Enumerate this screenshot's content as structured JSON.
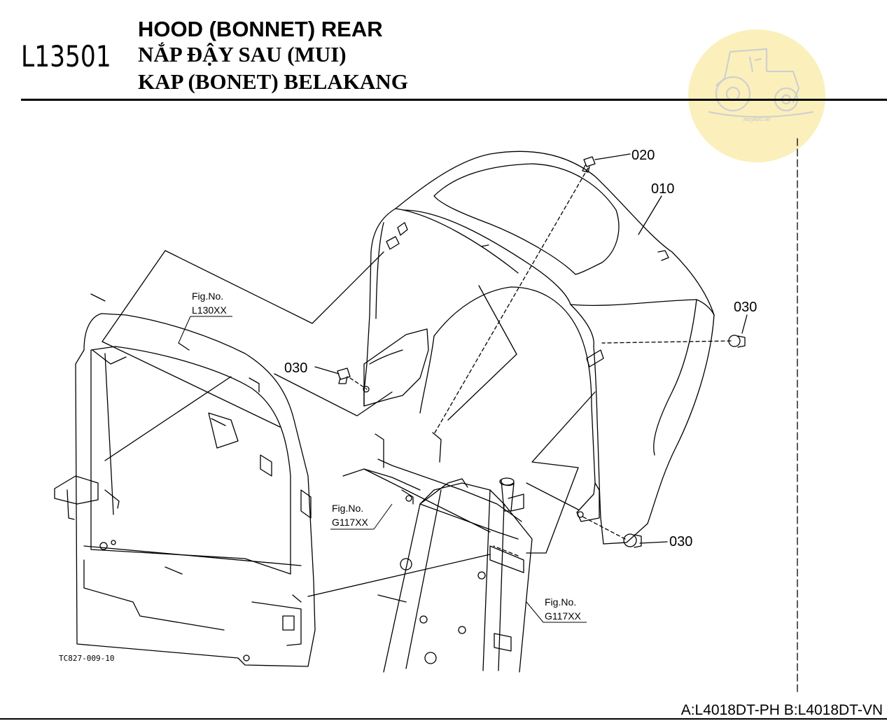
{
  "header": {
    "code": "L13501",
    "title_en": "HOOD (BONNET) REAR",
    "title_vi": "NẮP ĐẬY SAU (MUI)",
    "title_id": "KAP (BONET) BELAKANG"
  },
  "logo": {
    "icon": "tractor-icon",
    "text": "maykeo.vn"
  },
  "callouts": {
    "c010": "010",
    "c020": "020",
    "c030_right": "030",
    "c030_left": "030",
    "c030_bottom": "030"
  },
  "figure_refs": {
    "fig_label_1": "Fig.No.",
    "fig_num_1": "L130XX",
    "fig_label_2": "Fig.No.",
    "fig_num_2": "G117XX",
    "fig_label_3": "Fig.No.",
    "fig_num_3": "G117XX"
  },
  "drawing_ref": "TC827-009-10",
  "footer": {
    "models": "A:L4018DT-PH B:L4018DT-VN"
  }
}
